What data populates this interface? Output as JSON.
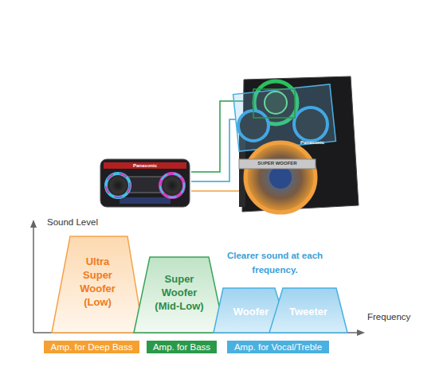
{
  "diagram": {
    "nodes": [
      {
        "text": [
          "Ultra Super Woofer (Low)"
        ]
      },
      {
        "text": [
          "Super Woofer (Mid-Low)"
        ]
      },
      {
        "text": [
          "Woofer"
        ]
      },
      {
        "text": [
          "Tweeter"
        ]
      },
      {
        "text": [
          "Amp. for Deep Bass"
        ]
      },
      {
        "text": [
          "Amp. for Bass"
        ]
      },
      {
        "text": [
          "Amp. for Vocal/Treble"
        ]
      }
    ],
    "labels": [
      "Sound Level",
      "Clearer sound at each frequency.",
      "Frequency",
      "Panasonic",
      "Panasonic",
      "SUPER WOOFER"
    ]
  }
}
